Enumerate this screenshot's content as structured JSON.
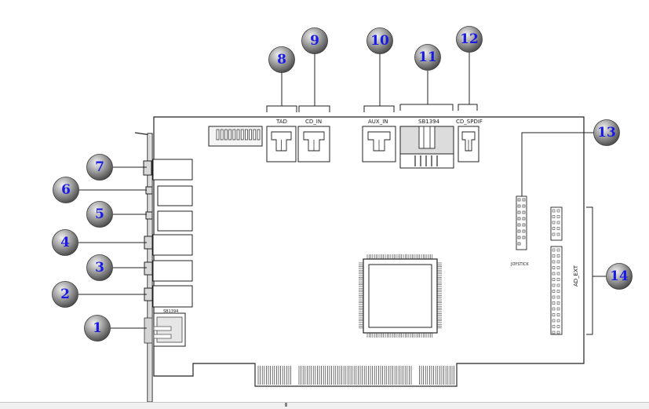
{
  "connector_labels": {
    "tad": "TAD",
    "cd_in": "CD_IN",
    "aux_in": "AUX_IN",
    "sb1394_top": "SB1394",
    "cd_spdif": "CD_SPDIF",
    "sb1394_port": "SB1394",
    "joystick": "JOYSTICK",
    "ad_ext": "AD_EXT"
  },
  "callouts": [
    "1",
    "2",
    "3",
    "4",
    "5",
    "6",
    "7",
    "8",
    "9",
    "10",
    "11",
    "12",
    "13",
    "14"
  ],
  "scrollbar": {
    "grip": "III"
  },
  "colors": {
    "callout_text": "#1a1ae6",
    "board_line": "#222222",
    "bubble": "#6e6e6e"
  }
}
